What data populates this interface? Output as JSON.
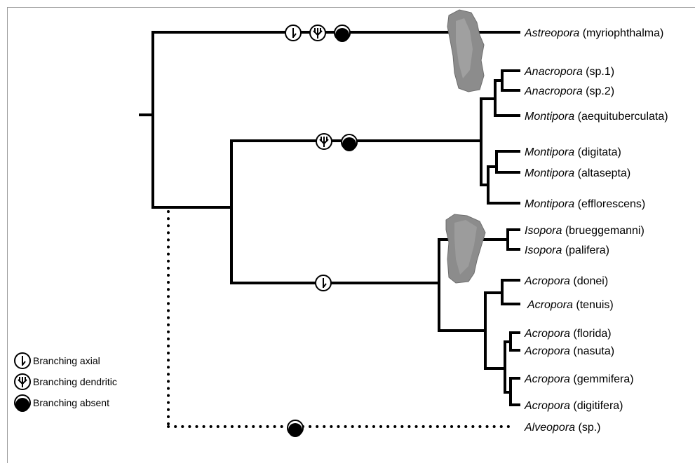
{
  "taxa": [
    {
      "genus": "Astreopora",
      "species": "(myriophthalma)"
    },
    {
      "genus": "Anacropora",
      "species": "(sp.1)"
    },
    {
      "genus": "Anacropora",
      "species": "(sp.2)"
    },
    {
      "genus": "Montipora",
      "species": "(aequituberculata)"
    },
    {
      "genus": "Montipora",
      "species": "(digitata)"
    },
    {
      "genus": "Montipora",
      "species": "(altasepta)"
    },
    {
      "genus": "Montipora",
      "species": "(efflorescens)"
    },
    {
      "genus": "Isopora",
      "species": "(brueggemanni)"
    },
    {
      "genus": "Isopora",
      "species": "(palifera)"
    },
    {
      "genus": "Acropora",
      "species": "(donei)"
    },
    {
      "genus": "Acropora",
      "species": "(tenuis)"
    },
    {
      "genus": "Acropora",
      "species": "(florida)"
    },
    {
      "genus": "Acropora",
      "species": "(nasuta)"
    },
    {
      "genus": "Acropora",
      "species": "(gemmifera)"
    },
    {
      "genus": "Acropora",
      "species": "(digitifera)"
    },
    {
      "genus": "Alveopora",
      "species": "(sp.)"
    }
  ],
  "legend": {
    "axial": "Branching axial",
    "dendritic": "Branching dendritic",
    "absent": "Branching absent"
  },
  "character_states": {
    "astreopora_branch": [
      "axial-icon",
      "dendritic-icon",
      "absent-icon"
    ],
    "montipora_branch": [
      "dendritic-icon",
      "absent-icon"
    ],
    "acropora_branch": [
      "axial-icon"
    ],
    "alveopora_branch": [
      "absent-icon"
    ]
  },
  "colors": {
    "line": "#000000",
    "coral_photo": "#8c8c8c"
  }
}
